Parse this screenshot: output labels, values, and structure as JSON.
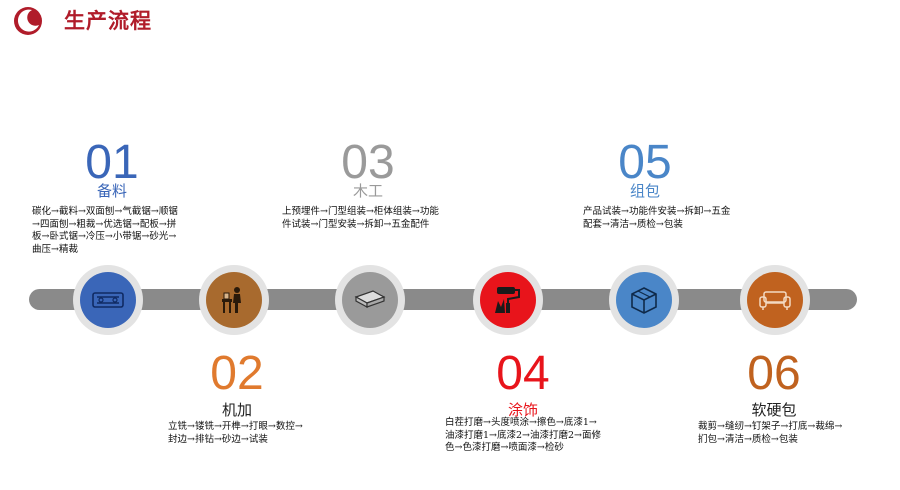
{
  "header": {
    "title": "生产流程"
  },
  "colors": {
    "brand": "#b01c2a",
    "step1": "#3a66b8",
    "step2": "#e07a2e",
    "step3": "#9a9a9a",
    "step4": "#e8141b",
    "step5": "#4a86c8",
    "step6": "#c0621f"
  },
  "steps": [
    {
      "number": "01",
      "name": "备料",
      "description": "碳化→截料→双面刨→气截锯→顺锯→四面刨→粗裁→优选锯→配板→拼板→卧式锯→冷压→小带锯→砂光→曲压→精裁",
      "icon": "machine-icon"
    },
    {
      "number": "02",
      "name": "机加",
      "description": "立铣→镂铣→开榫→打眼→数控→封边→排钻→砂边→试装",
      "icon": "worker-icon"
    },
    {
      "number": "03",
      "name": "木工",
      "description": "上预埋件→门型组装→柜体组装→功能件试装→门型安装→拆卸→五金配件",
      "icon": "board-icon"
    },
    {
      "number": "04",
      "name": "涂饰",
      "description": "白茬打磨→头度喷涂→擦色→底漆1→油漆打磨1→底漆2→油漆打磨2→面修色→色漆打磨→喷面漆→检砂",
      "icon": "paint-roller-icon"
    },
    {
      "number": "05",
      "name": "组包",
      "description": "产品试装→功能件安装→拆卸→五金配套→清洁→质检→包装",
      "icon": "box-icon"
    },
    {
      "number": "06",
      "name": "软硬包",
      "description": "裁剪→缝纫→钉架子→打底→裁绵→扪包→清洁→质检→包装",
      "icon": "sofa-icon"
    }
  ]
}
